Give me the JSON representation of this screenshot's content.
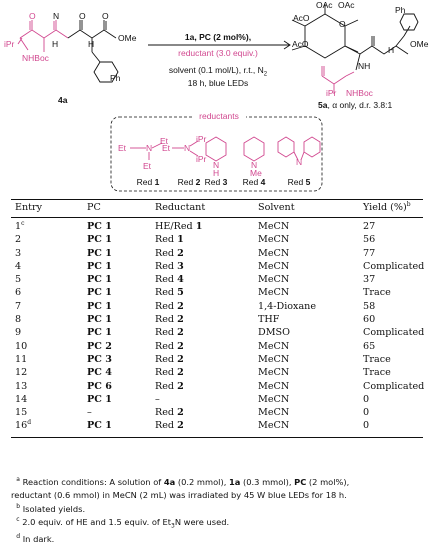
{
  "scheme": {
    "reactant_label": "4a",
    "product_label": "5a",
    "product_note": ", α only, d.r. 3.8:1",
    "conditions": {
      "line1": "1a, PC (2 mol%),",
      "line2": "reductant (3.0 equiv.)",
      "line3": "solvent (0.1 mol/L), r.t., N",
      "line3_sub": "2",
      "line4": "18 h, blue LEDs"
    },
    "reactant_groups": {
      "ipr": "iPr",
      "nhboc": "NHBoc",
      "h1": "H",
      "h2": "H",
      "ome": "OMe",
      "ph": "Ph",
      "o1": "O",
      "o2": "O",
      "o3": "O",
      "n": "N"
    },
    "product_groups": {
      "oac1": "OAc",
      "oac2": "OAc",
      "aco1": "AcO",
      "aco2": "AcO",
      "ph": "Ph",
      "h": "H",
      "ome": "OMe",
      "nh": "NH",
      "ipr": "iPr",
      "nhboc": "NHBoc",
      "o": "O"
    },
    "reductants_title": "reductants",
    "reductants": [
      {
        "label": "Red ",
        "num": "1",
        "a": "Et",
        "b": "Et",
        "c": "Et",
        "n": "N"
      },
      {
        "label": "Red ",
        "num": "2",
        "a": "Et",
        "b": "iPr",
        "c": "iPr",
        "n": "N"
      },
      {
        "label": "Red ",
        "num": "3",
        "n": "N",
        "sub": "H"
      },
      {
        "label": "Red ",
        "num": "4",
        "n": "N",
        "sub": "Me"
      },
      {
        "label": "Red ",
        "num": "5",
        "n": "N"
      }
    ]
  },
  "table": {
    "headers": {
      "entry": "Entry",
      "pc": "PC",
      "reductant": "Reductant",
      "solvent": "Solvent",
      "yield": "Yield (%)",
      "yield_sup": "b"
    },
    "rows": [
      {
        "entry": "1",
        "sup": "c",
        "pc": "PC 1",
        "red": "HE/Red ",
        "red_num": "1",
        "solvent": "MeCN",
        "yield": "27"
      },
      {
        "entry": "2",
        "sup": "",
        "pc": "PC 1",
        "red": "Red ",
        "red_num": "1",
        "solvent": "MeCN",
        "yield": "56"
      },
      {
        "entry": "3",
        "sup": "",
        "pc": "PC 1",
        "red": "Red ",
        "red_num": "2",
        "solvent": "MeCN",
        "yield": "77"
      },
      {
        "entry": "4",
        "sup": "",
        "pc": "PC 1",
        "red": "Red ",
        "red_num": "3",
        "solvent": "MeCN",
        "yield": "Complicated"
      },
      {
        "entry": "5",
        "sup": "",
        "pc": "PC 1",
        "red": "Red ",
        "red_num": "4",
        "solvent": "MeCN",
        "yield": "37"
      },
      {
        "entry": "6",
        "sup": "",
        "pc": "PC 1",
        "red": "Red ",
        "red_num": "5",
        "solvent": "MeCN",
        "yield": "Trace"
      },
      {
        "entry": "7",
        "sup": "",
        "pc": "PC 1",
        "red": "Red ",
        "red_num": "2",
        "solvent": "1,4-Dioxane",
        "yield": "58"
      },
      {
        "entry": "8",
        "sup": "",
        "pc": "PC 1",
        "red": "Red ",
        "red_num": "2",
        "solvent": "THF",
        "yield": "60"
      },
      {
        "entry": "9",
        "sup": "",
        "pc": "PC 1",
        "red": "Red ",
        "red_num": "2",
        "solvent": "DMSO",
        "yield": "Complicated"
      },
      {
        "entry": "10",
        "sup": "",
        "pc": "PC 2",
        "red": "Red ",
        "red_num": "2",
        "solvent": "MeCN",
        "yield": "65"
      },
      {
        "entry": "11",
        "sup": "",
        "pc": "PC 3",
        "red": "Red ",
        "red_num": "2",
        "solvent": "MeCN",
        "yield": "Trace"
      },
      {
        "entry": "12",
        "sup": "",
        "pc": "PC 4",
        "red": "Red ",
        "red_num": "2",
        "solvent": "MeCN",
        "yield": "Trace"
      },
      {
        "entry": "13",
        "sup": "",
        "pc": "PC 6",
        "red": "Red ",
        "red_num": "2",
        "solvent": "MeCN",
        "yield": "Complicated"
      },
      {
        "entry": "14",
        "sup": "",
        "pc": "PC 1",
        "red": "–",
        "red_num": "",
        "solvent": "MeCN",
        "yield": "0"
      },
      {
        "entry": "15",
        "sup": "",
        "pc": "–",
        "red": "Red ",
        "red_num": "2",
        "solvent": "MeCN",
        "yield": "0"
      },
      {
        "entry": "16",
        "sup": "d",
        "pc": "PC 1",
        "red": "Red ",
        "red_num": "2",
        "solvent": "MeCN",
        "yield": "0"
      }
    ]
  },
  "footnotes": {
    "a_mark": "a",
    "a_text_1": "Reaction conditions: A solution of ",
    "a_4a": "4a",
    "a_text_2": " (0.2 mmol), ",
    "a_1a": "1a",
    "a_text_3": " (0.3 mmol), ",
    "a_pc": "PC",
    "a_text_4": " (2 mol%),",
    "a_line2": "reductant (0.6 mmol) in MeCN (2 mL) was irradiated by 45 W blue LEDs for 18 h.",
    "b_mark": "b",
    "b_text": "Isolated yields.",
    "c_mark": "c",
    "c_text": "2.0 equiv. of HE and 1.5 equiv. of Et",
    "c_sub": "3",
    "c_text_2": "N were used.",
    "d_mark": "d",
    "d_text": "In dark."
  }
}
